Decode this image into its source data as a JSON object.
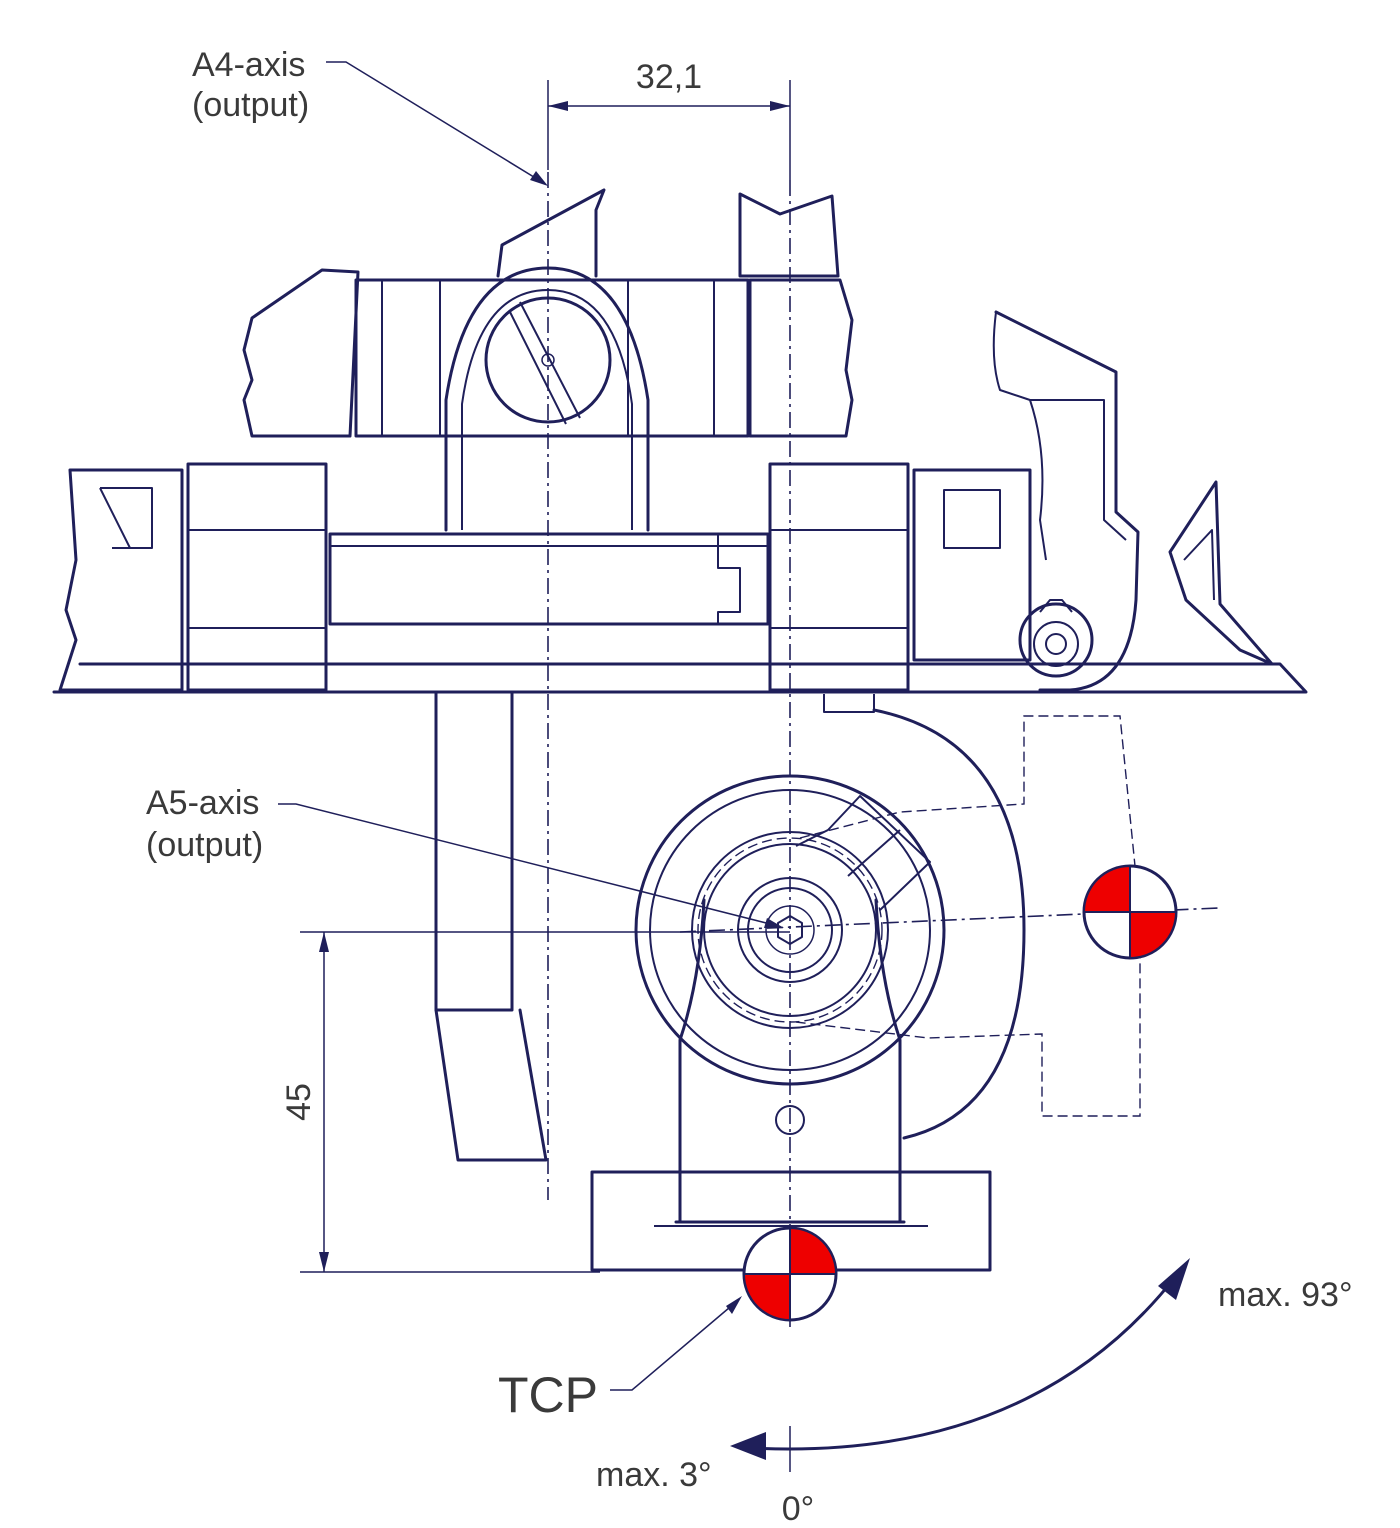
{
  "labels": {
    "a4_axis_line1": "A4-axis",
    "a4_axis_line2": "(output)",
    "a5_axis_line1": "A5-axis",
    "a5_axis_line2": "(output)",
    "tcp": "TCP",
    "dim_horizontal": "32,1",
    "dim_vertical": "45",
    "angle_max_positive": "max. 93°",
    "angle_max_negative": "max. 3°",
    "angle_zero": "0°"
  },
  "colors": {
    "line": "#1f1f5a",
    "text": "#3a3a3a",
    "marker_fill": "#ee0000"
  },
  "icons": {
    "tcp_marker": "center-of-mass-icon",
    "offset_marker": "center-of-mass-icon"
  }
}
